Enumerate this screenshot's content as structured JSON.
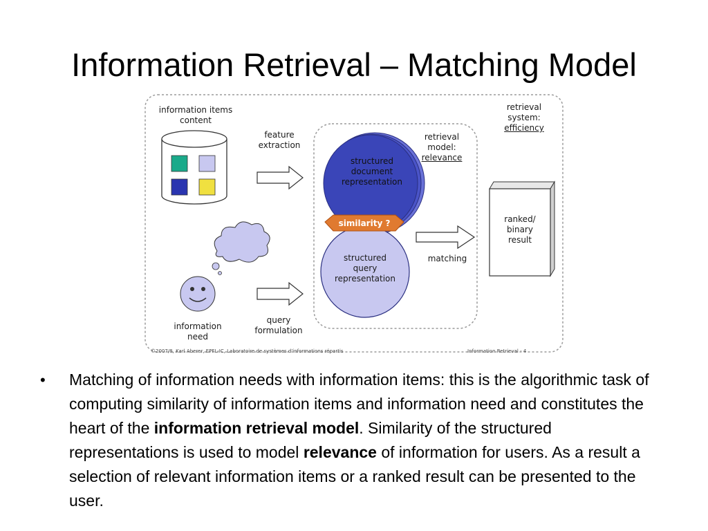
{
  "slide": {
    "title": "Information Retrieval – Matching Model"
  },
  "diagram": {
    "info_items_line1": "information items",
    "info_items_line2": "content",
    "feature_line1": "feature",
    "feature_line2": "extraction",
    "retrieval_model_line1": "retrieval",
    "retrieval_model_line2": "model:",
    "retrieval_model_line3": "relevance",
    "retrieval_system_line1": "retrieval",
    "retrieval_system_line2": "system:",
    "retrieval_system_line3": "efficiency",
    "doc_rep_line1": "structured",
    "doc_rep_line2": "document",
    "doc_rep_line3": "representation",
    "similarity": "similarity ?",
    "query_rep_line1": "structured",
    "query_rep_line2": "query",
    "query_rep_line3": "representation",
    "matching": "matching",
    "result_line1": "ranked/",
    "result_line2": "binary",
    "result_line3": "result",
    "info_need_line1": "information",
    "info_need_line2": "need",
    "query_form_line1": "query",
    "query_form_line2": "formulation",
    "footer_left": "©2007/8, Karl Aberer, EPFL-IC, Laboratoire de systèmes d'informations répartis",
    "footer_right": "Information Retrieval - 4",
    "colors": {
      "doc_blue": "#3a45b8",
      "query_lavender": "#c8c8f0",
      "similarity_orange": "#e07a30",
      "tile_teal": "#1aaa8a",
      "tile_lavender": "#c8c8f0",
      "tile_blue": "#2a35b0",
      "tile_yellow": "#f0e040"
    }
  },
  "bullet": {
    "part1": "Matching of information needs with information items: this is the algorithmic task of computing similarity of information items and information need and constitutes the heart of the ",
    "bold1": "information retrieval model",
    "part2": ". Similarity of the structured representations is used to model ",
    "bold2": "relevance",
    "part3": " of information for users. As a result a selection of relevant information items or a ranked result can be presented to the user."
  }
}
